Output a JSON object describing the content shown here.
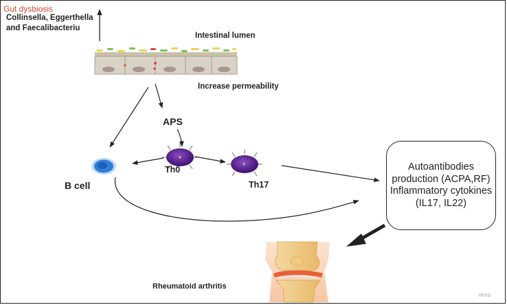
{
  "labels": {
    "gut_dysbiosis": "Gut dysbiosis",
    "bacteria": "Collinsella, Eggerthella and Faecalibacteriu",
    "intestinal_lumen": "Intestinal lumen",
    "increase_permeability": "Increase permeability",
    "aps": "APS",
    "th0": "Th0",
    "th17": "Th17",
    "b_cell": "B cell",
    "outcome_box": "Autoantibodies production (ACPA,RF) Inflammatory cytokines (IL17, IL22)",
    "rheumatoid_arthritis": "Rheumatoid arthritis",
    "watermark": "miro"
  },
  "colors": {
    "gut_dysbiosis_text": "#d24a2c",
    "cell_purple": "#5a1f8c",
    "b_cell_blue": "#2f7fd6",
    "epithelium": "#d9d2c7"
  }
}
